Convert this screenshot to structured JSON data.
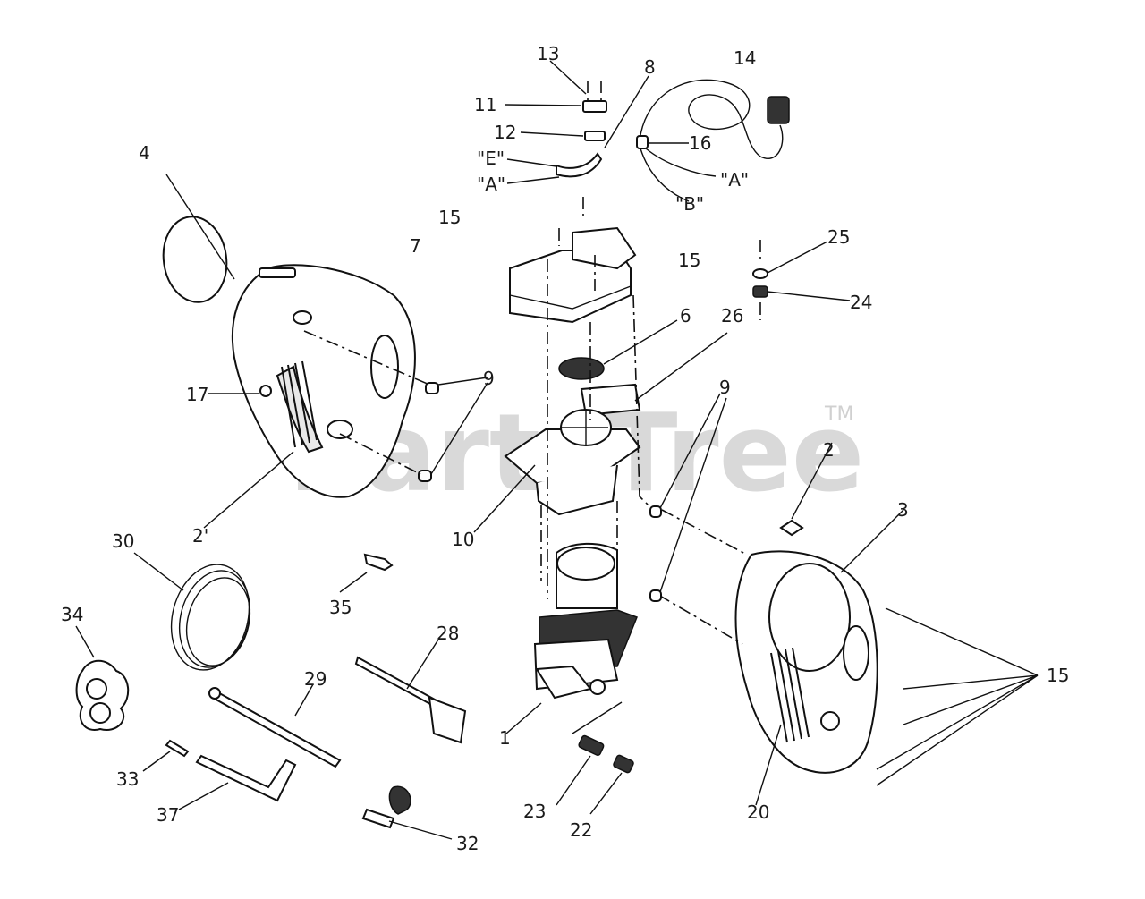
{
  "watermark": {
    "brand": "PartsTree",
    "trademark": "TM"
  },
  "labels": {
    "p1": "1",
    "p2a": "2'",
    "p2b": "2",
    "p3": "3",
    "p4": "4",
    "p6": "6",
    "p7": "7",
    "p8": "8",
    "p9a": "9",
    "p9b": "9",
    "p10": "10",
    "p11": "11",
    "p12": "12",
    "p13": "13",
    "p14": "14",
    "p15a": "15",
    "p15b": "15",
    "p15c": "15",
    "p16": "16",
    "p17": "17",
    "p20": "20",
    "p22": "22",
    "p23": "23",
    "p24": "24",
    "p25": "25",
    "p26": "26",
    "p28": "28",
    "p29": "29",
    "p30": "30",
    "p32": "32",
    "p33": "33",
    "p34": "34",
    "p35": "35",
    "p37": "37",
    "wireE": "\"E\"",
    "wireA1": "\"A\"",
    "wireA2": "\"A\"",
    "wireB": "\"B\""
  }
}
